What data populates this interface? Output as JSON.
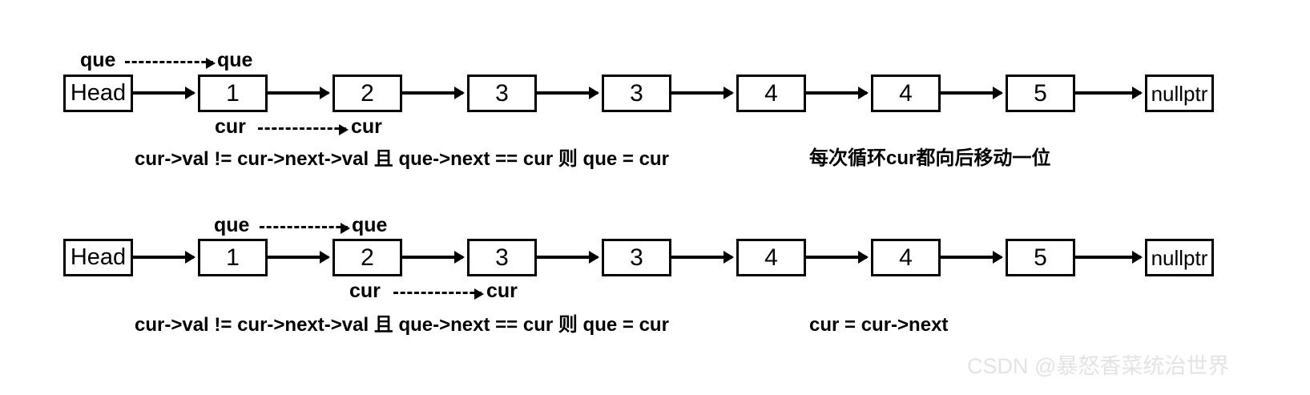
{
  "diagram": {
    "title": "linked-list duplicate removal pointer walkthrough",
    "watermark": "CSDN @暴怒香菜统治世界",
    "node_stroke_color": "#000000",
    "background_color": "#ffffff",
    "watermark_color": "#e3e3e3",
    "rows": [
      {
        "id": "row-1",
        "nodes": [
          {
            "label": "Head",
            "kind": "head"
          },
          {
            "label": "1",
            "kind": "value"
          },
          {
            "label": "2",
            "kind": "value"
          },
          {
            "label": "3",
            "kind": "value"
          },
          {
            "label": "3",
            "kind": "value"
          },
          {
            "label": "4",
            "kind": "value"
          },
          {
            "label": "4",
            "kind": "value"
          },
          {
            "label": "5",
            "kind": "value"
          },
          {
            "label": "nullptr",
            "kind": "terminator"
          }
        ],
        "pointers": {
          "que": {
            "from_label": "que",
            "to_label": "que",
            "from_node": "Head",
            "to_node": "1",
            "position": "above"
          },
          "cur": {
            "from_label": "cur",
            "to_label": "cur",
            "from_node": "1",
            "to_node": "2",
            "position": "below"
          }
        },
        "captions": {
          "left": "cur->val != cur->next->val 且 que->next == cur 则 que = cur",
          "right": "每次循环cur都向后移动一位"
        }
      },
      {
        "id": "row-2",
        "nodes": [
          {
            "label": "Head",
            "kind": "head"
          },
          {
            "label": "1",
            "kind": "value"
          },
          {
            "label": "2",
            "kind": "value"
          },
          {
            "label": "3",
            "kind": "value"
          },
          {
            "label": "3",
            "kind": "value"
          },
          {
            "label": "4",
            "kind": "value"
          },
          {
            "label": "4",
            "kind": "value"
          },
          {
            "label": "5",
            "kind": "value"
          },
          {
            "label": "nullptr",
            "kind": "terminator"
          }
        ],
        "pointers": {
          "que": {
            "from_label": "que",
            "to_label": "que",
            "from_node": "1",
            "to_node": "2",
            "position": "above"
          },
          "cur": {
            "from_label": "cur",
            "to_label": "cur",
            "from_node": "2",
            "to_node": "3",
            "position": "below"
          }
        },
        "captions": {
          "left": "cur->val != cur->next->val 且 que->next == cur 则 que = cur",
          "right": "cur = cur->next"
        }
      }
    ]
  }
}
